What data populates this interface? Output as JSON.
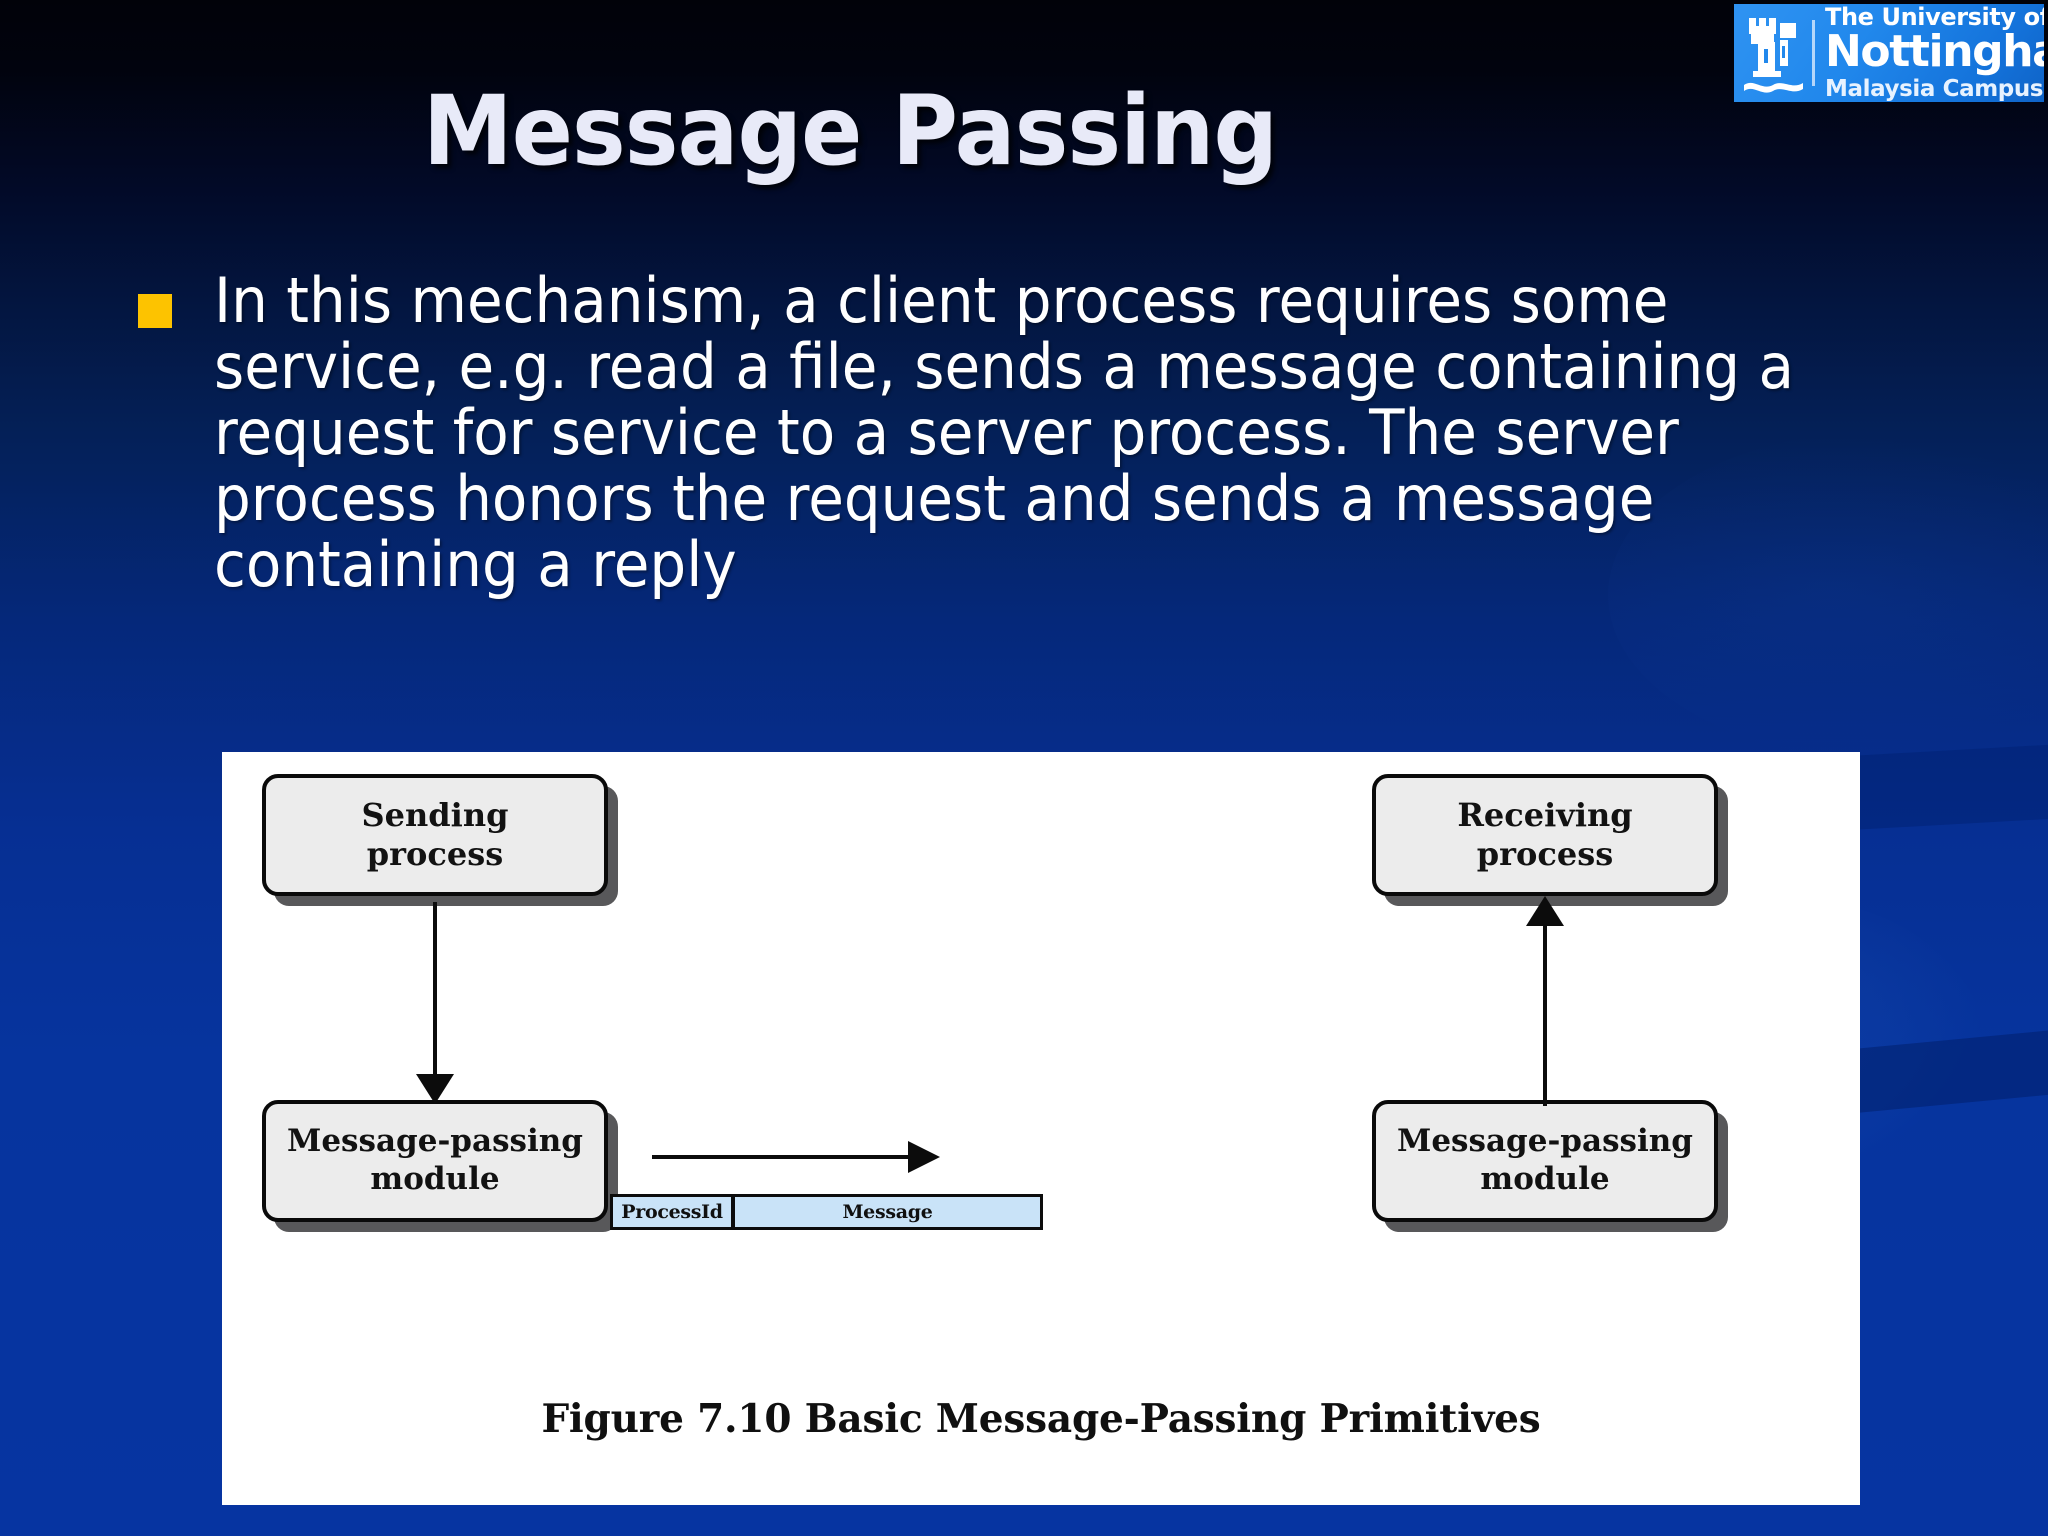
{
  "slide": {
    "title": "Message Passing",
    "background_top_color": "#010209",
    "background_bottom_color": "#0634a1",
    "bullet_marker_color": "#fdc300"
  },
  "logo": {
    "icon": "nottingham-castle-crest-icon",
    "line1": "The University of",
    "line2": "Nottingham",
    "line3": "Malaysia Campus",
    "background_color": "#2188ec"
  },
  "bullet": {
    "marker": "square-bullet",
    "text": "In this mechanism, a client process requires some service, e.g. read a file, sends a message containing a request for service to a server process.  The server process honors the request and sends a message containing a reply"
  },
  "figure": {
    "caption": "Figure 7.10  Basic Message-Passing Primitives",
    "panel_background": "#ffffff",
    "box_fill": "#ececec",
    "box_border": "#0a0a0a",
    "packet_fill": "#c9e3f8",
    "boxes": [
      {
        "id": "sending-process",
        "line1": "Sending",
        "line2": "process"
      },
      {
        "id": "receiving-process",
        "line1": "Receiving",
        "line2": "process"
      },
      {
        "id": "module-left",
        "line1": "Message-passing",
        "line2": "module"
      },
      {
        "id": "module-right",
        "line1": "Message-passing",
        "line2": "module"
      }
    ],
    "packet": {
      "processid_label": "ProcessId",
      "message_label": "Message"
    },
    "arrows": [
      {
        "id": "sending-to-module-left",
        "direction": "down"
      },
      {
        "id": "module-right-to-receiving",
        "direction": "up"
      },
      {
        "id": "message-transmission",
        "direction": "right"
      }
    ]
  }
}
